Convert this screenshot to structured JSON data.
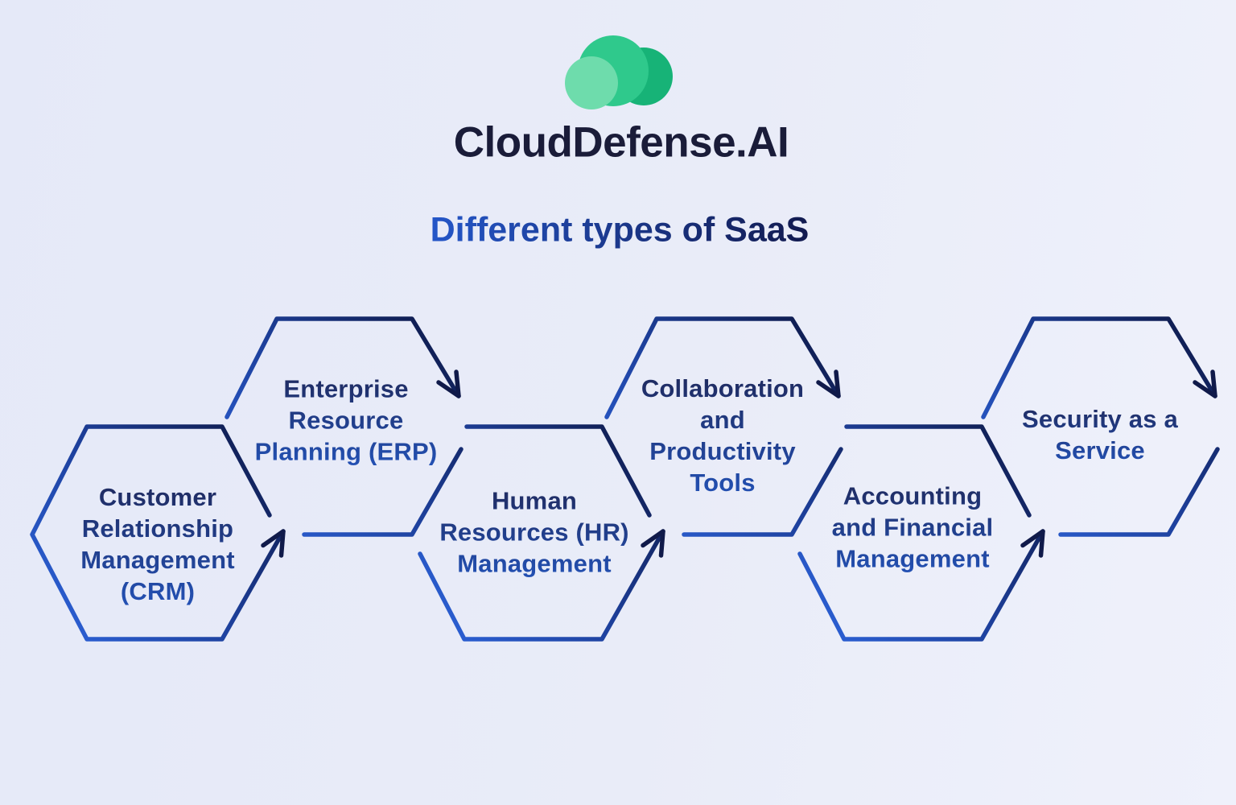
{
  "logo": {
    "text": "CloudDefense.AI",
    "cloud_colors": {
      "left": "#6edcac",
      "middle": "#2fc98c",
      "right": "#17b377"
    }
  },
  "title": "Different types of SaaS",
  "diagram": {
    "nodes": [
      {
        "id": "crm",
        "label": "Customer\nRelationship\nManagement\n(CRM)"
      },
      {
        "id": "erp",
        "label": "Enterprise\nResource\nPlanning (ERP)"
      },
      {
        "id": "hr",
        "label": "Human\nResources (HR)\nManagement"
      },
      {
        "id": "collaboration",
        "label": "Collaboration\nand\nProductivity\nTools"
      },
      {
        "id": "accounting",
        "label": "Accounting\nand Financial\nManagement"
      },
      {
        "id": "security",
        "label": "Security as a\nService"
      }
    ],
    "flow_order": [
      "crm",
      "erp",
      "hr",
      "collaboration",
      "accounting",
      "security"
    ]
  },
  "colors": {
    "background": "#eaedf8",
    "stroke_light": "#2e66e0",
    "stroke_mid": "#1d3f9a",
    "stroke_dark": "#0c1540",
    "arrowhead": "#101a4a",
    "label_top": "#1f2a5e",
    "label_bottom": "#2351b5",
    "title_left": "#2456c8",
    "title_right": "#121a4f",
    "logo_text": "#1a1c39"
  }
}
